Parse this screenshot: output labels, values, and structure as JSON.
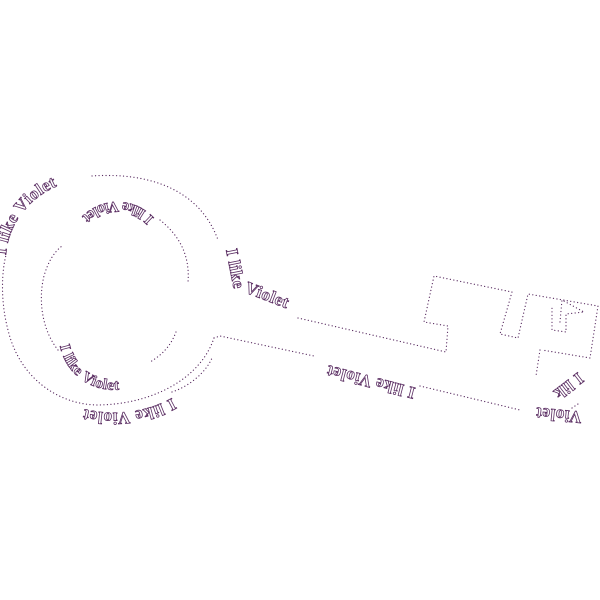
{
  "text": {
    "phrase": "I like Violet",
    "key_head": "I like",
    "key_shaft": "Violet"
  },
  "colors": {
    "ink": "#5a2d62",
    "background": "#ffffff"
  }
}
